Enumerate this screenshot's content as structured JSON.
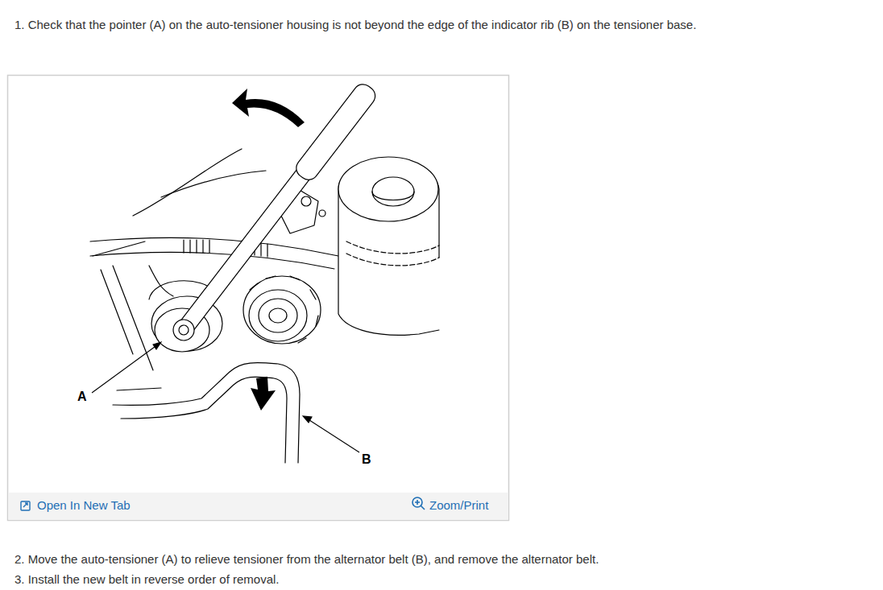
{
  "diagram": {
    "labels": [
      "1. Check that the pointer (A) on the auto-tensioner housing is not beyond the edge of the indicator rib (B) on the tensioner base.",
      "A",
      "B",
      "Open In New Tab",
      "Zoom/Print",
      "2. Move the auto-tensioner (A) to relieve tensioner from the alternator belt (B), and remove the alternator belt.",
      "3. Install the new belt in reverse order of removal."
    ]
  }
}
